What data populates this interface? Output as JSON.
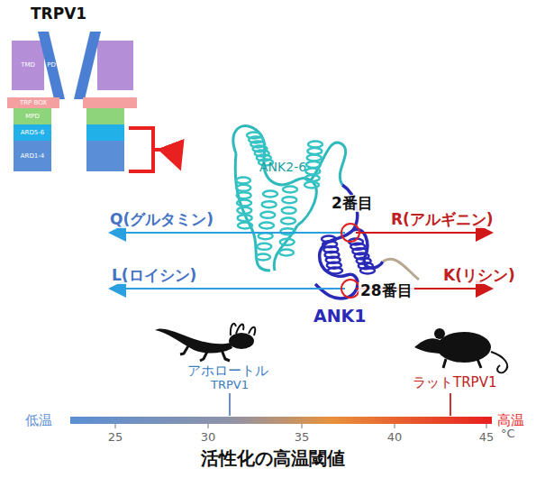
{
  "diagram": {
    "title": "TRPV1",
    "nodes": [
      {
        "text": [
          "TMD"
        ]
      },
      {
        "text": [
          "PD"
        ]
      },
      {
        "text": [
          "TRP BOX"
        ]
      },
      {
        "text": [
          "MPD"
        ]
      },
      {
        "text": [
          "ARD5-6"
        ]
      },
      {
        "text": [
          "ARD1-4"
        ]
      }
    ],
    "labels": [
      "ANK2-6",
      "2番目",
      "28番目",
      "Q(グルタミン)",
      "R(アルギニン)",
      "L(ロイシン)",
      "K(リシン)",
      "ANK1",
      "アホロートル",
      "TRPV1",
      "ラットTRPV1",
      "低温",
      "高温",
      "25",
      "30",
      "35",
      "40",
      "45",
      "°C",
      "活性化の高温閾値"
    ]
  }
}
